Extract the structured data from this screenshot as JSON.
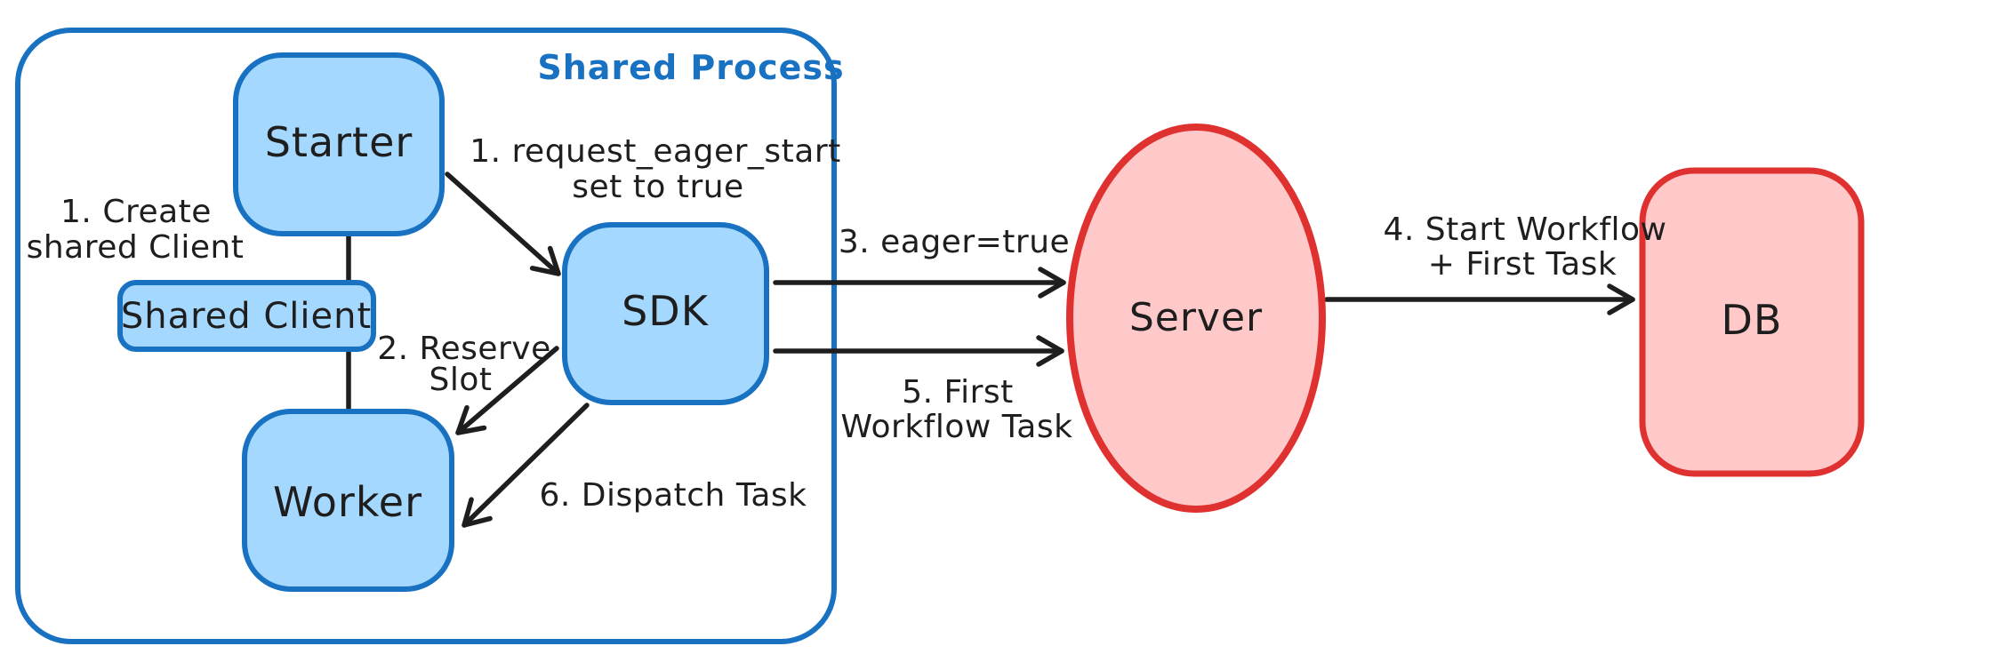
{
  "diagram": {
    "container_label": "Shared Process",
    "nodes": {
      "starter": "Starter",
      "shared_client": "Shared Client",
      "worker": "Worker",
      "sdk": "SDK",
      "server": "Server",
      "db": "DB"
    },
    "annotations": {
      "create_shared_client": [
        "1. Create",
        "shared Client"
      ],
      "request_eager_start": [
        "1. request_eager_start",
        "set to true"
      ],
      "reserve_slot": [
        "2. Reserve",
        "Slot"
      ],
      "eager_true": "3. eager=true",
      "start_workflow": [
        "4. Start Workflow",
        "+ First Task"
      ],
      "first_workflow_task": [
        "5. First",
        "Workflow Task"
      ],
      "dispatch_task": "6. Dispatch Task"
    },
    "colors": {
      "blue_stroke": "#1971c2",
      "blue_fill": "#a5d8ff",
      "red_stroke": "#e03131",
      "red_fill": "#ffc9c9",
      "ink": "#1e1e1e",
      "background": "#ffffff"
    }
  }
}
